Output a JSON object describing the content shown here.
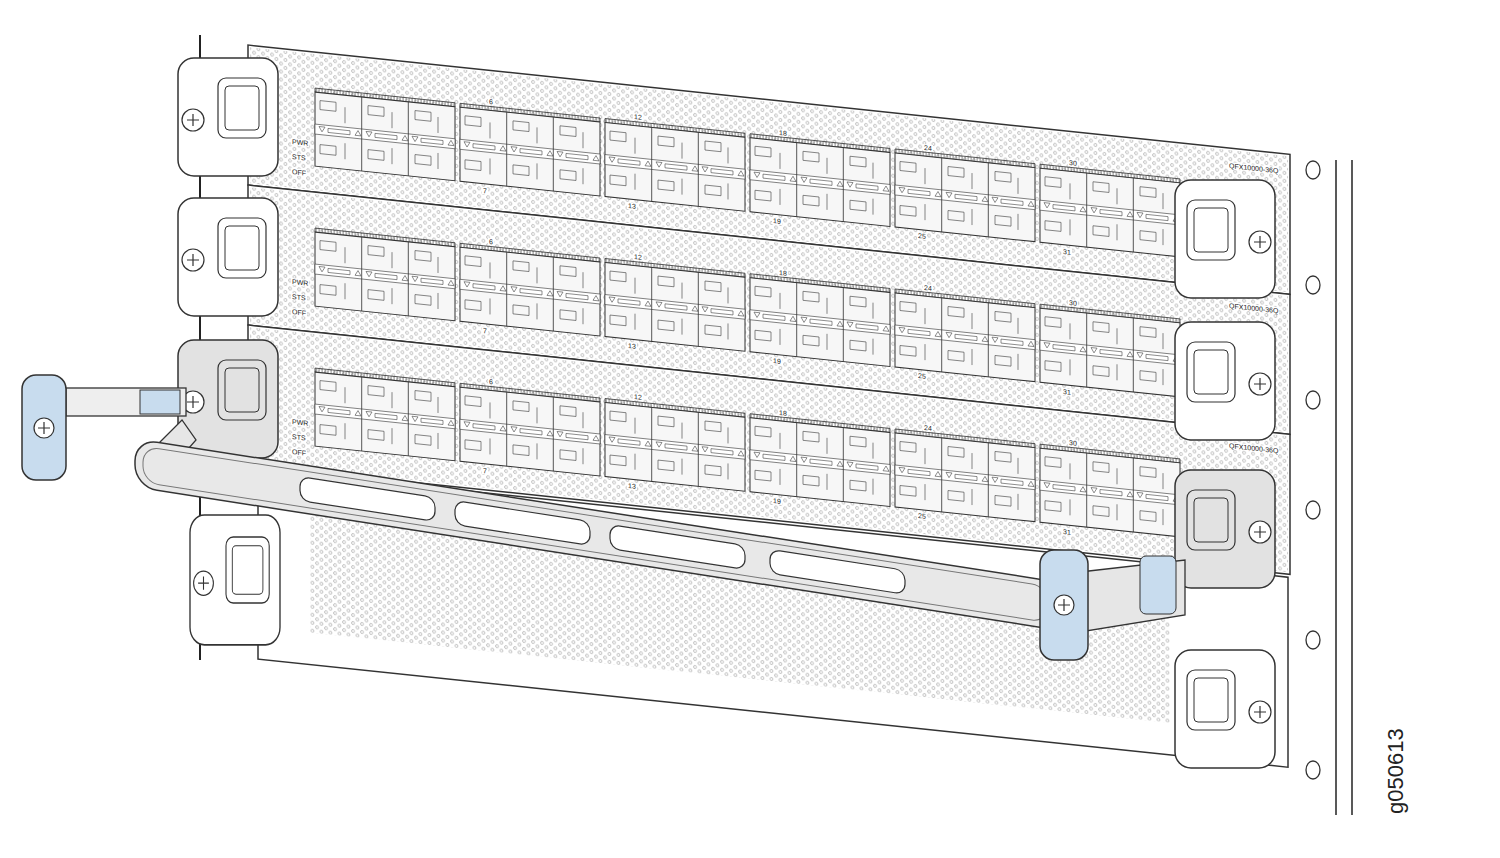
{
  "diagram": {
    "labels": [
      "PWR",
      "STS",
      "OFF",
      "6",
      "12",
      "18",
      "24",
      "30",
      "7",
      "13",
      "19",
      "25",
      "31",
      "QFX10000-36Q",
      "PWR",
      "STS",
      "OFF",
      "6",
      "12",
      "18",
      "24",
      "30",
      "7",
      "13",
      "19",
      "25",
      "31",
      "QFX10000-36Q",
      "PWR",
      "STS",
      "OFF",
      "6",
      "12",
      "18",
      "24",
      "30",
      "7",
      "13",
      "19",
      "25",
      "31",
      "QFX10000-36Q",
      "g050613"
    ]
  }
}
